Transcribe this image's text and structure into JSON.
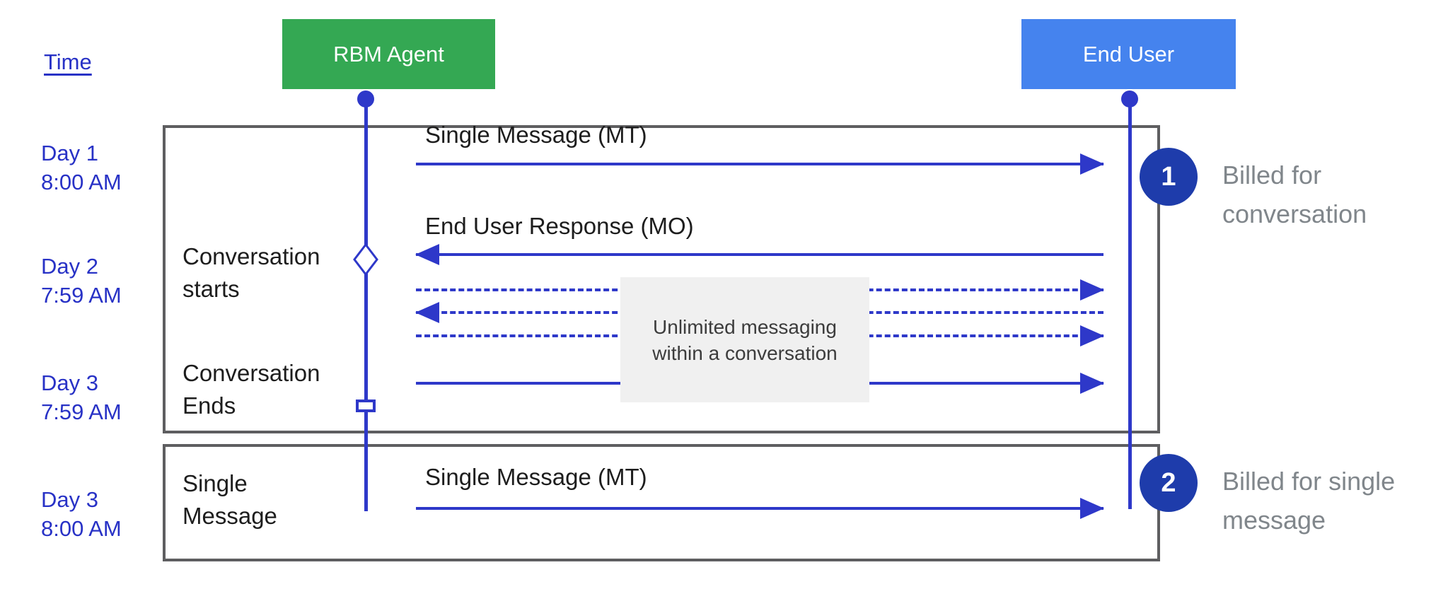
{
  "palette": {
    "line_blue": "#2e38c9",
    "time_label_blue": "#2832c6",
    "agent_green": "#34a853",
    "end_user_blue": "#4583ee",
    "badge_blue": "#1e3cab",
    "frame_border_gray": "#5e5e60",
    "note_background": "#f0f0f0",
    "billed_text_gray": "#80868b",
    "message_text_black": "#1d1d1d"
  },
  "legend": {
    "time_label": "Time"
  },
  "actors": [
    {
      "label": "RBM Agent"
    },
    {
      "label": "End User"
    }
  ],
  "timeline": [
    {
      "day": "Day 1",
      "time": "8:00 AM"
    },
    {
      "day": "Day 2",
      "time": "7:59 AM"
    },
    {
      "day": "Day 3",
      "time": "7:59 AM"
    },
    {
      "day": "Day 3",
      "time": "8:00 AM"
    }
  ],
  "conversation": {
    "milestones": {
      "start": "Conversation starts",
      "end": "Conversation Ends"
    },
    "messages": {
      "mt": "Single Message (MT)",
      "mo": "End User Response (MO)"
    },
    "note_line1": "Unlimited messaging",
    "note_line2": "within a conversation",
    "billing": {
      "number": "1",
      "label": "Billed for conversation"
    }
  },
  "single_message": {
    "milestone": "Single Message",
    "message_mt": "Single Message (MT)",
    "billing": {
      "number": "2",
      "label": "Billed for single message"
    }
  }
}
